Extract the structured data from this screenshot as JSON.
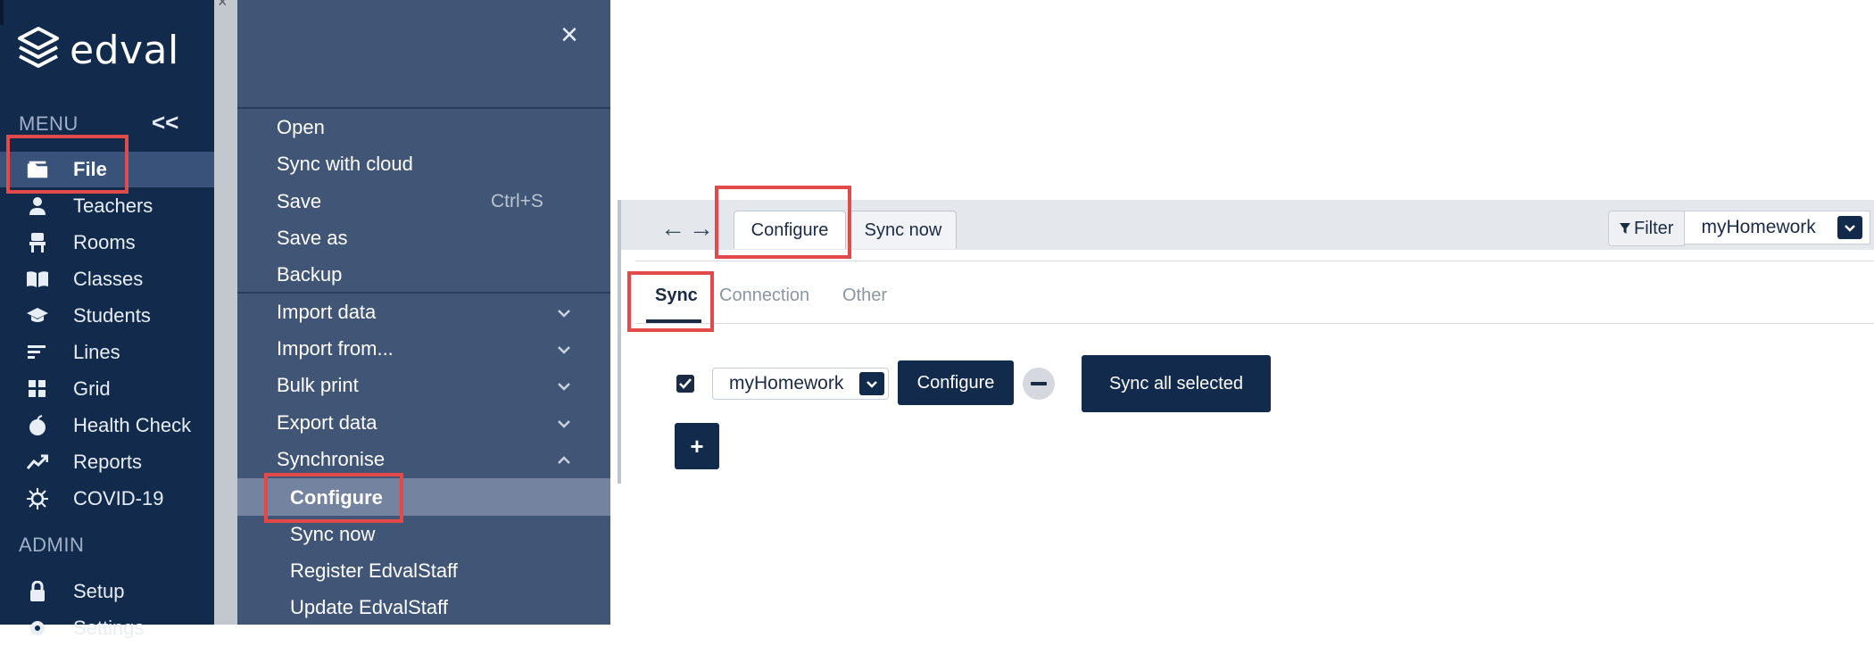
{
  "sidebar": {
    "logo_text": "edval",
    "menu_heading": "MENU",
    "collapse_label": "<<",
    "items": [
      {
        "label": "File",
        "icon": "folder-icon"
      },
      {
        "label": "Teachers",
        "icon": "person-icon"
      },
      {
        "label": "Rooms",
        "icon": "chair-icon"
      },
      {
        "label": "Classes",
        "icon": "book-icon"
      },
      {
        "label": "Students",
        "icon": "graduation-cap-icon"
      },
      {
        "label": "Lines",
        "icon": "lines-icon"
      },
      {
        "label": "Grid",
        "icon": "grid-icon"
      },
      {
        "label": "Health Check",
        "icon": "apple-icon"
      },
      {
        "label": "Reports",
        "icon": "trend-icon"
      },
      {
        "label": "COVID-19",
        "icon": "virus-icon"
      }
    ],
    "admin_heading": "ADMIN",
    "admin_items": [
      {
        "label": "Setup",
        "icon": "lock-icon"
      },
      {
        "label": "Settings",
        "icon": "gear-icon"
      }
    ]
  },
  "file_menu": {
    "close_label": "×",
    "items": [
      {
        "label": "Open"
      },
      {
        "label": "Sync with cloud"
      },
      {
        "label": "Save",
        "shortcut": "Ctrl+S"
      },
      {
        "label": "Save as"
      },
      {
        "label": "Backup"
      },
      {
        "label": "Import data"
      },
      {
        "label": "Import from..."
      },
      {
        "label": "Bulk print"
      },
      {
        "label": "Export data"
      },
      {
        "label": "Synchronise"
      }
    ],
    "sub_items": [
      {
        "label": "Configure"
      },
      {
        "label": "Sync now"
      },
      {
        "label": "Register EdvalStaff"
      },
      {
        "label": "Update EdvalStaff"
      }
    ]
  },
  "window": {
    "tabs": [
      {
        "label": "Configure"
      },
      {
        "label": "Sync now"
      }
    ],
    "filter_label": "Filter",
    "filter_value": "myHomework",
    "sub_tabs": [
      {
        "label": "Sync"
      },
      {
        "label": "Connection"
      },
      {
        "label": "Other"
      }
    ],
    "row": {
      "checked": true,
      "select_value": "myHomework",
      "configure_label": "Configure",
      "remove_label": "−"
    },
    "sync_all_label": "Sync all selected",
    "add_label": "+"
  },
  "colors": {
    "sidebar_bg": "#122a4c",
    "panel_bg": "#415676",
    "highlight": "#e24a4a",
    "accent": "#122a4c"
  }
}
